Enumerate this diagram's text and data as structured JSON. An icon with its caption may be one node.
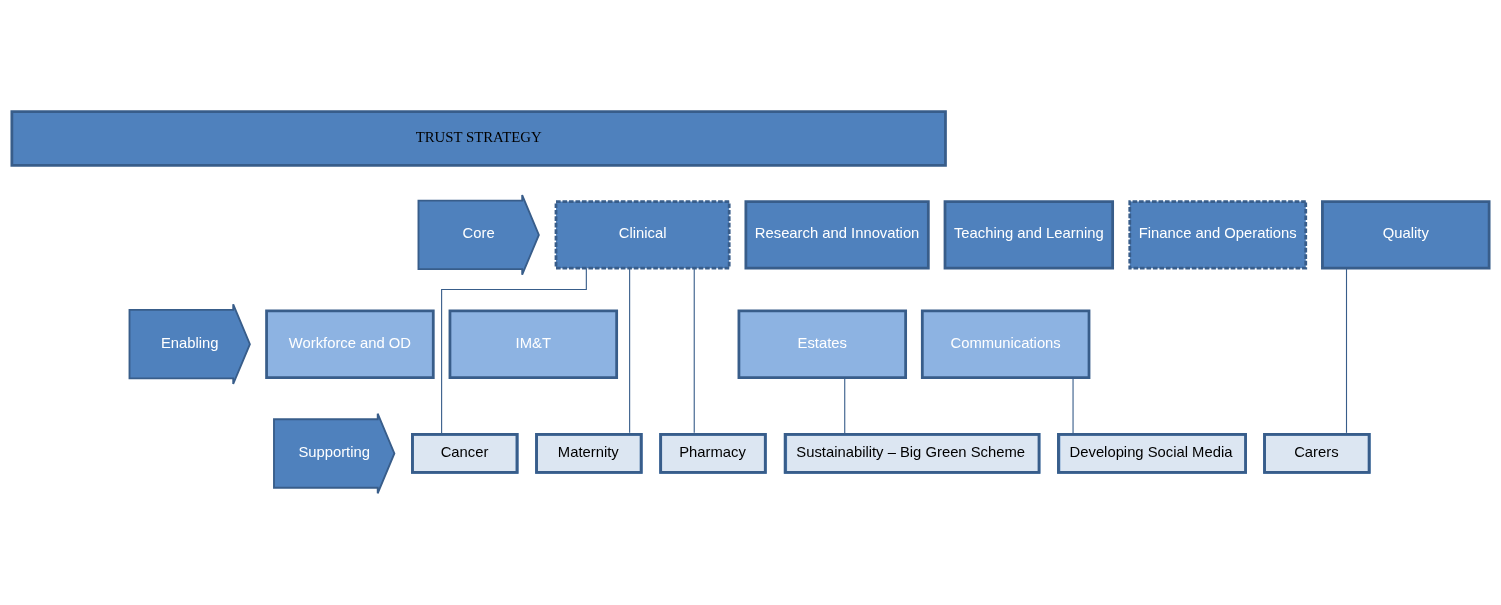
{
  "diagram": {
    "nodes": [
      {
        "text": [
          "TRUST STRATEGY"
        ]
      },
      {
        "text": [
          "Core"
        ]
      },
      {
        "text": [
          "Clinical"
        ]
      },
      {
        "text": [
          "Research and Innovation"
        ]
      },
      {
        "text": [
          "Teaching and Learning"
        ]
      },
      {
        "text": [
          "Finance and Operations"
        ]
      },
      {
        "text": [
          "Quality"
        ]
      },
      {
        "text": [
          "Enabling"
        ]
      },
      {
        "text": [
          "Workforce and OD"
        ]
      },
      {
        "text": [
          "IM&T"
        ]
      },
      {
        "text": [
          "Estates"
        ]
      },
      {
        "text": [
          "Communications"
        ]
      },
      {
        "text": [
          "Supporting"
        ]
      },
      {
        "text": [
          "Cancer"
        ]
      },
      {
        "text": [
          "Maternity"
        ]
      },
      {
        "text": [
          "Pharmacy"
        ]
      },
      {
        "text": [
          "Sustainability – Big Green Scheme"
        ]
      },
      {
        "text": [
          "Developing Social Media"
        ]
      },
      {
        "text": [
          "Carers"
        ]
      }
    ],
    "edges": [
      {
        "from": 2,
        "to": 13,
        "arrow": "none"
      },
      {
        "from": 2,
        "to": 14,
        "arrow": "none"
      },
      {
        "from": 2,
        "to": 15,
        "arrow": "none"
      },
      {
        "from": 10,
        "to": 16,
        "arrow": "none"
      },
      {
        "from": 11,
        "to": 17,
        "arrow": "none"
      },
      {
        "from": 6,
        "to": 18,
        "arrow": "none"
      }
    ]
  }
}
